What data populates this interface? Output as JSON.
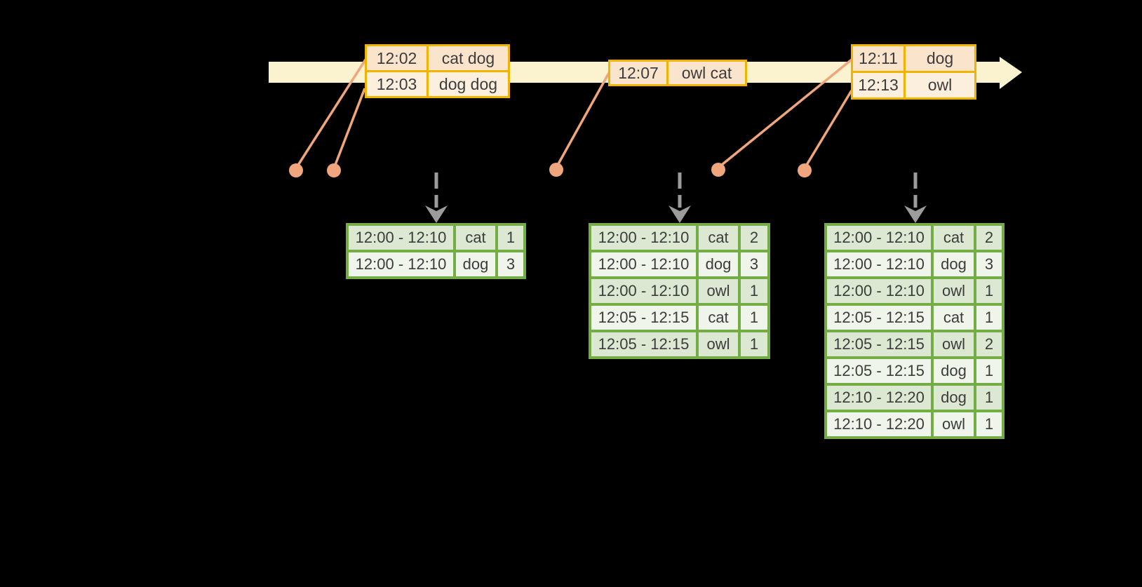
{
  "diagram": {
    "kind": "streaming-windowed-aggregation",
    "background": "#000000"
  },
  "colors": {
    "timeline_fill": "#fbf2cf",
    "event_table_border": "#f0b400",
    "event_row_peach": "#fae4cb",
    "event_row_cream": "#fcefde",
    "dot_and_line": "#f0a67d",
    "result_table_border": "#74ac46",
    "result_row_dark": "#dde8d2",
    "result_row_light": "#f0f5eb",
    "trigger_arrow": "#9c9c9c",
    "text": "#3c3c3c"
  },
  "event_tables": [
    {
      "rows": [
        {
          "time": "12:02",
          "words": "cat dog"
        },
        {
          "time": "12:03",
          "words": "dog dog"
        }
      ]
    },
    {
      "rows": [
        {
          "time": "12:07",
          "words": "owl cat"
        }
      ]
    },
    {
      "rows": [
        {
          "time": "12:11",
          "words": "dog"
        },
        {
          "time": "12:13",
          "words": "owl"
        }
      ]
    }
  ],
  "result_tables": [
    {
      "rows": [
        {
          "window": "12:00 - 12:10",
          "word": "cat",
          "count": "1"
        },
        {
          "window": "12:00 - 12:10",
          "word": "dog",
          "count": "3"
        }
      ]
    },
    {
      "rows": [
        {
          "window": "12:00 - 12:10",
          "word": "cat",
          "count": "2"
        },
        {
          "window": "12:00 - 12:10",
          "word": "dog",
          "count": "3"
        },
        {
          "window": "12:00 - 12:10",
          "word": "owl",
          "count": "1"
        },
        {
          "window": "12:05 - 12:15",
          "word": "cat",
          "count": "1"
        },
        {
          "window": "12:05 - 12:15",
          "word": "owl",
          "count": "1"
        }
      ]
    },
    {
      "rows": [
        {
          "window": "12:00 - 12:10",
          "word": "cat",
          "count": "2"
        },
        {
          "window": "12:00 - 12:10",
          "word": "dog",
          "count": "3"
        },
        {
          "window": "12:00 - 12:10",
          "word": "owl",
          "count": "1"
        },
        {
          "window": "12:05 - 12:15",
          "word": "cat",
          "count": "1"
        },
        {
          "window": "12:05 - 12:15",
          "word": "owl",
          "count": "2"
        },
        {
          "window": "12:05 - 12:15",
          "word": "dog",
          "count": "1"
        },
        {
          "window": "12:10 - 12:20",
          "word": "dog",
          "count": "1"
        },
        {
          "window": "12:10 - 12:20",
          "word": "owl",
          "count": "1"
        }
      ]
    }
  ]
}
